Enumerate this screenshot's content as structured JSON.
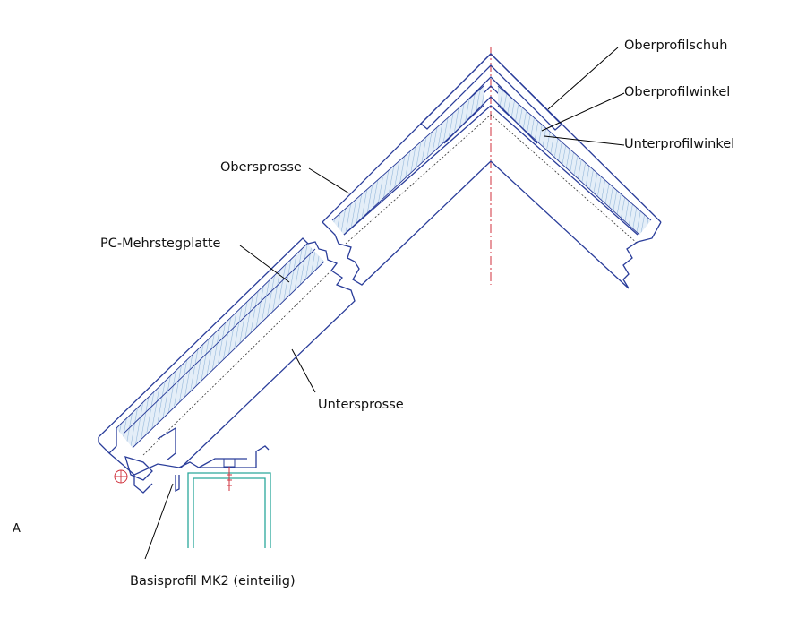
{
  "labels": {
    "oberprofilschuh": "Oberprofilschuh",
    "oberprofilwinkel": "Oberprofilwinkel",
    "unterprofilwinkel": "Unterprofilwinkel",
    "obersprosse": "Obersprosse",
    "pc_mehrstegplatte": "PC-Mehrstegplatte",
    "untersprosse": "Untersprosse",
    "basisprofil": "Basisprofil MK2 (einteilig)",
    "section_mark": "A"
  },
  "colors": {
    "profile": "#2a3d9a",
    "panel_hatch": "#bcd6ec",
    "centerline": "#d0313c",
    "base_beam": "#2aa79b",
    "leader": "#000000"
  }
}
